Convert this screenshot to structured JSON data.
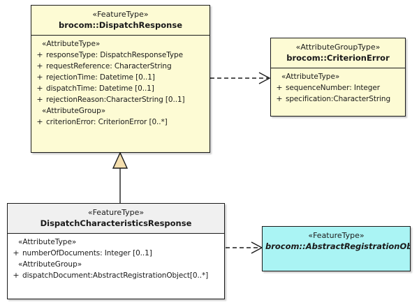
{
  "diagram": {
    "type": "uml-class-diagram",
    "background_color": "#ffffff",
    "classes": [
      {
        "id": "dispatch-response",
        "stereotype": "«FeatureType»",
        "name": "brocom::DispatchResponse",
        "abstract": false,
        "fill_color": "#fdfbd4",
        "compartments": [
          {
            "group": "«AttributeType»",
            "attributes": [
              {
                "visibility": "+",
                "text": "responseType: DispatchResponseType"
              },
              {
                "visibility": "+",
                "text": "requestReference: CharacterString"
              },
              {
                "visibility": "+",
                "text": "rejectionTime: Datetime [0..1]"
              },
              {
                "visibility": "+",
                "text": "dispatchTime: Datetime [0..1]"
              },
              {
                "visibility": "+",
                "text": "rejectionReason:CharacterString [0..1]"
              }
            ]
          },
          {
            "group": "«AttributeGroup»",
            "attributes": [
              {
                "visibility": "+",
                "text": "criterionError: CriterionError [0..*]"
              }
            ]
          }
        ]
      },
      {
        "id": "criterion-error",
        "stereotype": "«AttributeGroupType»",
        "name": "brocom::CriterionError",
        "abstract": false,
        "fill_color": "#fdfbd4",
        "compartments": [
          {
            "group": "«AttributeType»",
            "attributes": [
              {
                "visibility": "+",
                "text": "sequenceNumber: Integer"
              },
              {
                "visibility": "+",
                "text": "specification:CharacterString"
              }
            ]
          }
        ]
      },
      {
        "id": "dispatch-characteristics-response",
        "stereotype": "«FeatureType»",
        "name": "DispatchCharacteristicsResponse",
        "abstract": false,
        "fill_color": "#ffffff",
        "compartments": [
          {
            "group": "«AttributeType»",
            "attributes": [
              {
                "visibility": "+",
                "text": "numberOfDocuments: Integer [0..1]"
              }
            ]
          },
          {
            "group": "«AttributeGroup»",
            "attributes": [
              {
                "visibility": "+",
                "text": "dispatchDocument:AbstractRegistrationObject[0..*]"
              }
            ]
          }
        ]
      },
      {
        "id": "abstract-registration-object",
        "stereotype": "«FeatureType»",
        "name": "brocom::AbstractRegistrationObject",
        "abstract": true,
        "fill_color": "#aaf4f4",
        "compartments": []
      }
    ],
    "relationships": [
      {
        "id": "generalization",
        "kind": "generalization",
        "from": "dispatch-characteristics-response",
        "to": "dispatch-response",
        "line_style": "solid",
        "arrowhead": "hollow-triangle",
        "arrow_fill": "#f5dfae"
      },
      {
        "id": "dependency-criterion-error",
        "kind": "dependency",
        "from": "dispatch-response",
        "to": "criterion-error",
        "line_style": "dashed",
        "arrowhead": "open"
      },
      {
        "id": "dependency-registration-object",
        "kind": "dependency",
        "from": "dispatch-characteristics-response",
        "to": "abstract-registration-object",
        "line_style": "dashed",
        "arrowhead": "open"
      }
    ]
  }
}
